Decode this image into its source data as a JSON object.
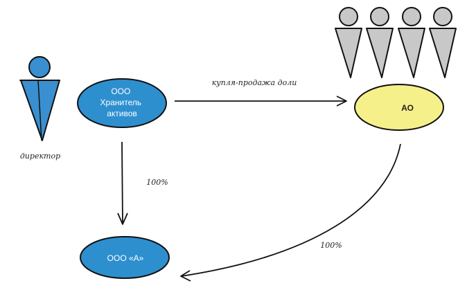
{
  "nodes": {
    "holder": {
      "lines": [
        "ООО",
        "Хранитель",
        "активов"
      ]
    },
    "ao": {
      "lines": [
        "АО"
      ]
    },
    "llc_a": {
      "lines": [
        "ООО «А»"
      ]
    }
  },
  "labels": {
    "director": "директор",
    "sale": "купля-продажа доли",
    "share_left": "100%",
    "share_right": "100%"
  },
  "colors": {
    "blue": "#2e8fcf",
    "yellow": "#f6f08a",
    "person_blue": "#3a8fd0",
    "person_grey": "#c8c8c8"
  },
  "icons": [
    "person-icon",
    "shareholder-icon"
  ]
}
